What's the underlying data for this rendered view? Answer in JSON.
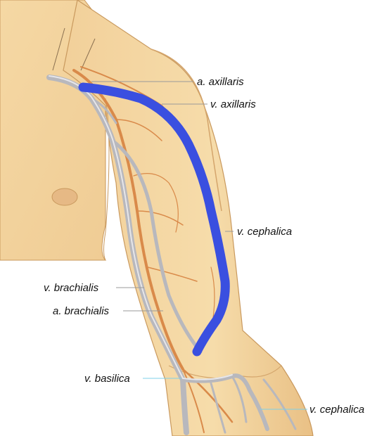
{
  "labels": {
    "a_axillaris": "a. axillaris",
    "v_axillaris": "v. axillaris",
    "v_cephalica_upper": "v. cephalica",
    "v_brachialis": "v. brachialis",
    "a_brachialis": "a. brachialis",
    "v_basilica": "v. basilica",
    "v_cephalica_lower": "v. cephalica"
  },
  "colors": {
    "skin": "#f6d9a6",
    "skin_shadow": "#e8bf84",
    "skin_outline": "#c9995e",
    "artery": "#d98a4a",
    "vein": "#b9b9bd",
    "highlight": "#3a4fe0",
    "leader_gray": "#9a9a9a",
    "leader_cyan": "#7fd0e8"
  }
}
